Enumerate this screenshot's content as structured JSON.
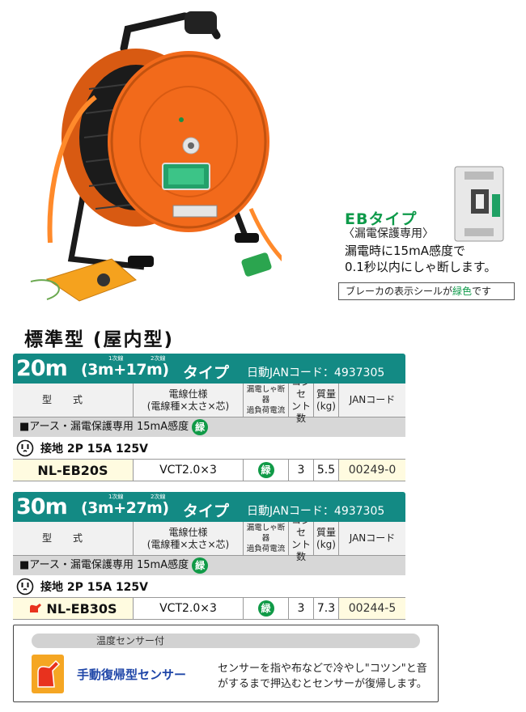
{
  "breaker_info": {
    "title": "EBタイプ",
    "subtitle": "〈漏電保護専用〉",
    "description_line1": "漏電時に15mA感度で",
    "description_line2": "0.1秒以内にしゃ断します。",
    "note_before": "ブレーカの表示シールが",
    "note_green": "緑色",
    "note_after": "です"
  },
  "section_heading": "標準型 (屋内型)",
  "columns": {
    "model": "型式",
    "wire_line1": "電線仕様",
    "wire_line2": "(電線種×太さ×芯)",
    "breaker_line1": "漏電しゃ断器",
    "breaker_line2": "過負荷電流",
    "outlet_line1": "コンセ",
    "outlet_line2": "ント数",
    "mass_line1": "質量",
    "mass_line2": "(kg)",
    "jan": "JANコード"
  },
  "tables": [
    {
      "length": "20m",
      "paren": "(3m+17m)",
      "ruby_primary": "1次線",
      "ruby_secondary": "2次線",
      "type_label": "タイプ",
      "jan_prefix": "日動JANコード：4937305",
      "feature": "■アース・漏電保護専用 15mA感度",
      "badge": "緑",
      "outlet_spec": "接地 2P 15A 125V",
      "row": {
        "model": "NL-EB20S",
        "wire": "VCT2.0×3",
        "breaker": "緑",
        "outlets": "3",
        "mass": "5.5",
        "jan": "00249-0"
      }
    },
    {
      "length": "30m",
      "paren": "(3m+27m)",
      "ruby_primary": "1次線",
      "ruby_secondary": "2次線",
      "type_label": "タイプ",
      "jan_prefix": "日動JANコード：4937305",
      "feature": "■アース・漏電保護専用 15mA感度",
      "badge": "緑",
      "outlet_spec": "接地 2P 15A 125V",
      "row": {
        "model": "NL-EB30S",
        "wire": "VCT2.0×3",
        "breaker": "緑",
        "outlets": "3",
        "mass": "7.3",
        "jan": "00244-5"
      }
    }
  ],
  "sensor_info": {
    "bar_label": "温度センサー付",
    "label": "手動復帰型センサー",
    "desc_line1": "センサーを指や布などで冷やし\"コツン\"と音",
    "desc_line2": "がするまで押込むとセンサーが復帰します。"
  },
  "colors": {
    "header_teal": "#138a84",
    "badge_green": "#109a47",
    "reel_orange": "#f26a1b",
    "sensor_red": "#e8321e",
    "sensor_blue": "#1f46a8"
  }
}
